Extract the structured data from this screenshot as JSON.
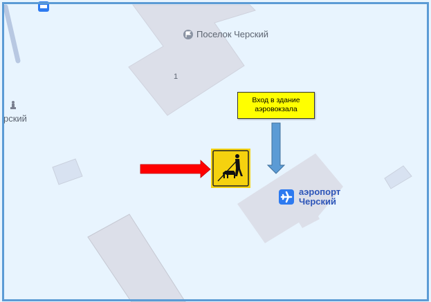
{
  "map": {
    "labels": {
      "settlement": "Поселок Черский",
      "building_number": "1",
      "partial_place": "рский",
      "airport_line1": "аэропорт",
      "airport_line2": "Черский"
    },
    "callout": {
      "line1": "Вход в здание",
      "line2": "аэровокзала"
    },
    "icons": [
      "transit-icon",
      "flag-icon",
      "monument-icon",
      "airplane-icon",
      "blind-pedestrian-sign-icon",
      "red-arrow-icon",
      "blue-arrow-icon"
    ],
    "colors": {
      "background": "#e8f4fe",
      "building": "#dcdfe9",
      "frame": "#5b9bd5",
      "callout": "#ffff00",
      "sign": "#f5d20f",
      "airport_accent": "#2d7af0",
      "red_arrow": "#ff0000",
      "blue_arrow": "#5b9bd5"
    }
  }
}
